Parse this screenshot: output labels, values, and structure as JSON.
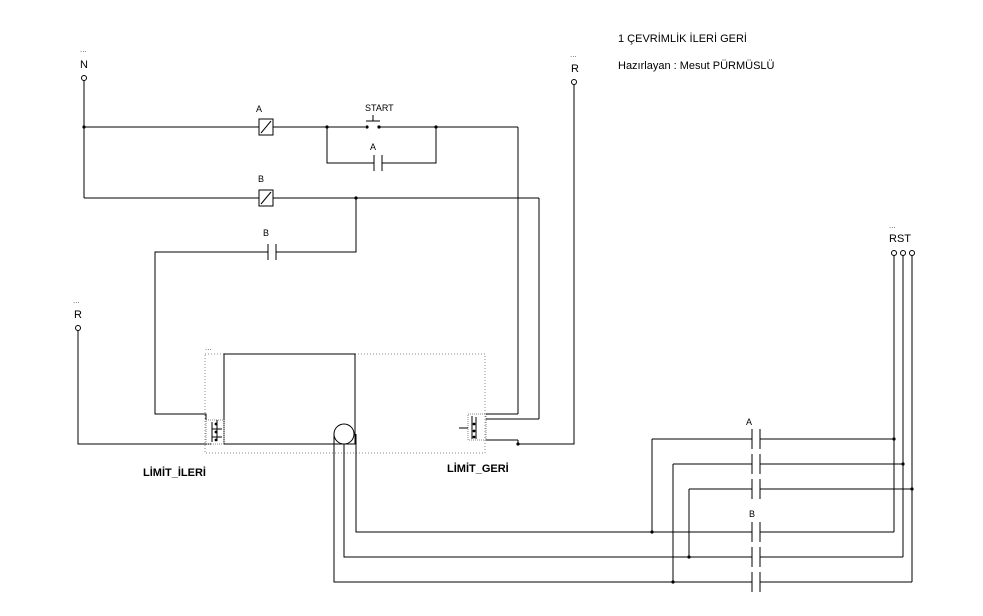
{
  "header": {
    "title": "1 ÇEVRİMLİK İLERİ GERİ",
    "author": "Hazırlayan : Mesut PÜRMÜSLÜ"
  },
  "terminals": {
    "dots": "...",
    "n_top": "N",
    "r_top": "R",
    "r_left": "R",
    "rst": "RST"
  },
  "components": {
    "coil_a": "A",
    "start_button": "START",
    "contact_a_hold": "A",
    "coil_b": "B",
    "contact_b_hold": "B",
    "contact_a_power": "A",
    "contact_b_power": "B"
  },
  "limits": {
    "left": "LİMİT_İLERİ",
    "right": "LİMİT_GERİ"
  }
}
